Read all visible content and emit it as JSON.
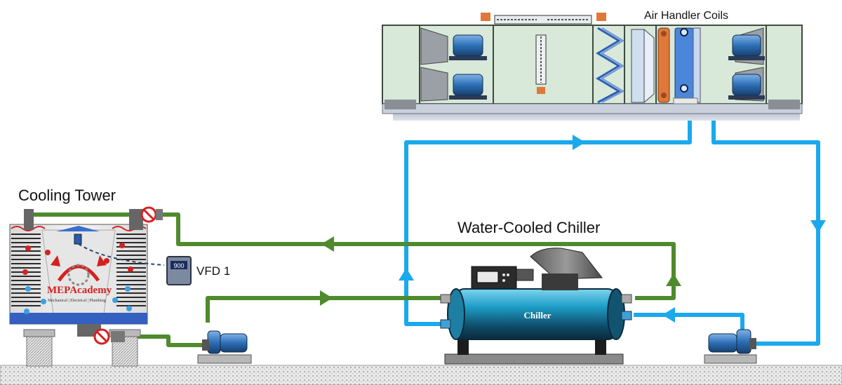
{
  "labels": {
    "air_handler": "Air Handler Coils",
    "cooling_tower": "Cooling Tower",
    "chiller_title": "Water-Cooled Chiller",
    "chiller_body": "Chiller",
    "vfd": "VFD 1",
    "vfd_display": "900",
    "logo_name": "MEPAcademy",
    "logo_tagline": "Mechanical | Electrical | Plumbing"
  },
  "colors": {
    "chilled_water": "#1aa9ec",
    "condenser_water": "#4f8a2e",
    "ahu_casing": "#d8e8d9",
    "tower_fill_stripe": "#333333",
    "chiller_shell": "#1d8fb0",
    "pump": "#3a6fb0",
    "ground_hatch": "#c9c9c9"
  }
}
